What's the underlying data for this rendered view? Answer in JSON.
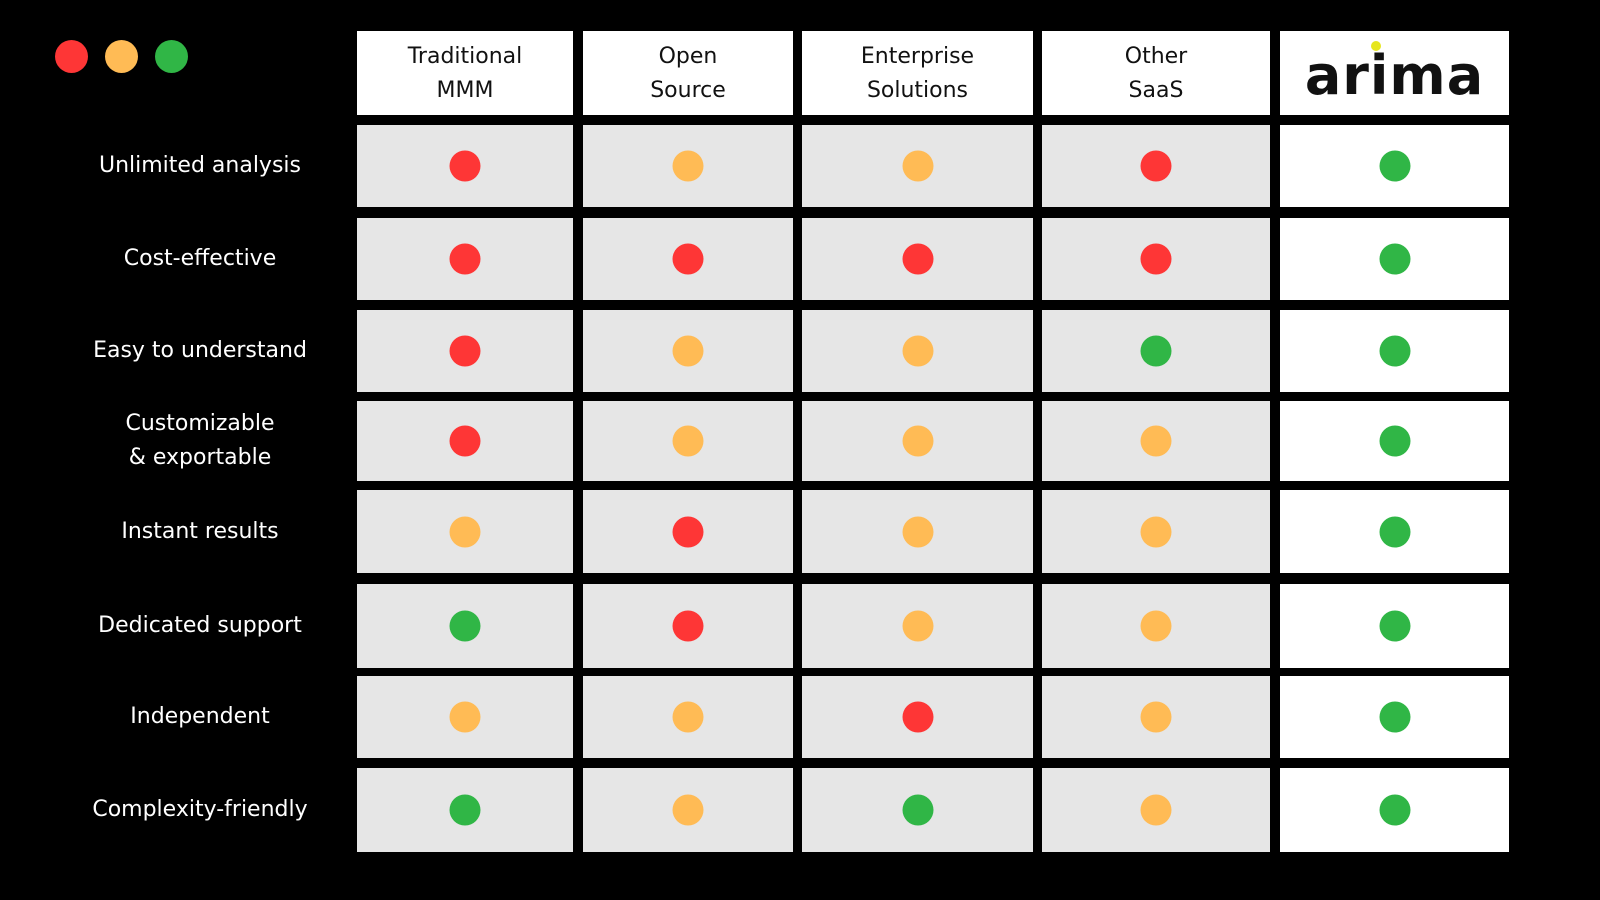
{
  "window_controls": [
    "red",
    "yellow",
    "green"
  ],
  "colors": {
    "red": "#fe3636",
    "yellow": "#ffbb55",
    "green": "#30b646",
    "brand_dot": "#e6e61e",
    "background": "#000000",
    "cell": "#e6e6e6",
    "brand_cell": "#ffffff"
  },
  "columns": [
    {
      "id": "traditional-mmm",
      "label": "Traditional\nMMM"
    },
    {
      "id": "open-source",
      "label": "Open\nSource"
    },
    {
      "id": "enterprise-solutions",
      "label": "Enterprise\nSolutions"
    },
    {
      "id": "other-saas",
      "label": "Other\nSaaS"
    },
    {
      "id": "arima",
      "label": "arima",
      "is_brand": true
    }
  ],
  "rows": [
    {
      "label": "Unlimited analysis",
      "ratings": [
        "red",
        "yellow",
        "yellow",
        "red",
        "green"
      ]
    },
    {
      "label": "Cost-effective",
      "ratings": [
        "red",
        "red",
        "red",
        "red",
        "green"
      ]
    },
    {
      "label": "Easy to understand",
      "ratings": [
        "red",
        "yellow",
        "yellow",
        "green",
        "green"
      ]
    },
    {
      "label": "Customizable\n& exportable",
      "ratings": [
        "red",
        "yellow",
        "yellow",
        "yellow",
        "green"
      ]
    },
    {
      "label": "Instant results",
      "ratings": [
        "yellow",
        "red",
        "yellow",
        "yellow",
        "green"
      ]
    },
    {
      "label": "Dedicated support",
      "ratings": [
        "green",
        "red",
        "yellow",
        "yellow",
        "green"
      ]
    },
    {
      "label": "Independent",
      "ratings": [
        "yellow",
        "yellow",
        "red",
        "yellow",
        "green"
      ]
    },
    {
      "label": "Complexity-friendly",
      "ratings": [
        "green",
        "yellow",
        "green",
        "yellow",
        "green"
      ]
    }
  ]
}
